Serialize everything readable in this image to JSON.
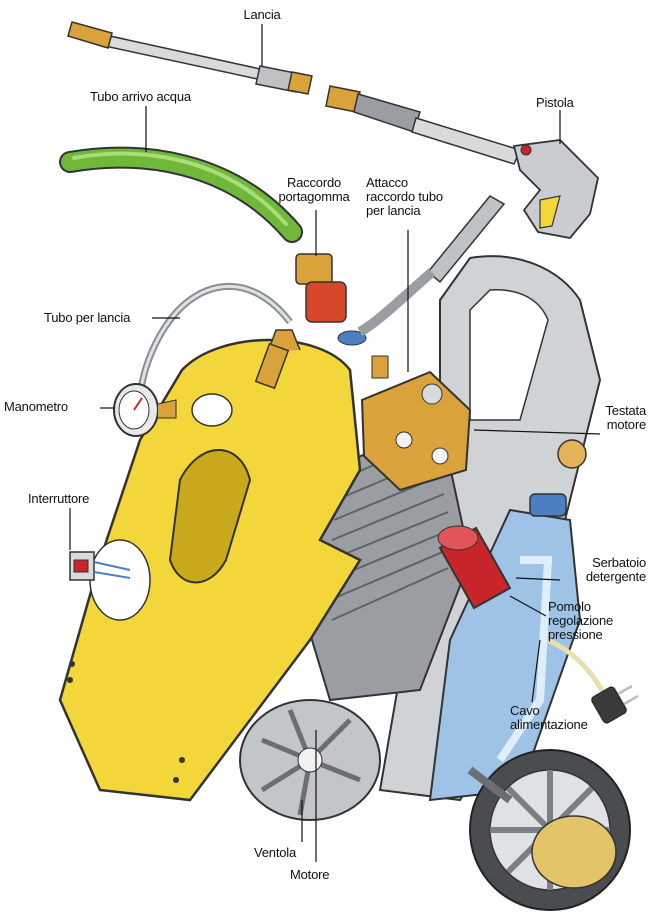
{
  "labels": {
    "lancia": "Lancia",
    "tubo_arrivo_acqua": "Tubo arrivo acqua",
    "pistola": "Pistola",
    "raccordo_portagomma": "Raccordo\nportagomma",
    "attacco_raccordo": "Attacco\nraccordo tubo\nper lancia",
    "tubo_per_lancia": "Tubo per lancia",
    "manometro": "Manometro",
    "testata_motore": "Testata\nmotore",
    "interruttore": "Interruttore",
    "serbatoio_detergente": "Serbatoio\ndetergente",
    "pomolo_regolazione": "Pomolo\nregolazione\npressione",
    "cavo_alimentazione": "Cavo\nalimentazione",
    "ventola": "Ventola",
    "motore": "Motore"
  },
  "colors": {
    "yellow_body": "#f2d63a",
    "yellow_shadow": "#c9a91c",
    "frame_grey": "#cfd3d6",
    "tank_blue": "#9fc3e6",
    "hose_green": "#6fb83a",
    "brass": "#d9a23a",
    "red_knob": "#c8262b",
    "motor_grey": "#9a9ea2"
  }
}
